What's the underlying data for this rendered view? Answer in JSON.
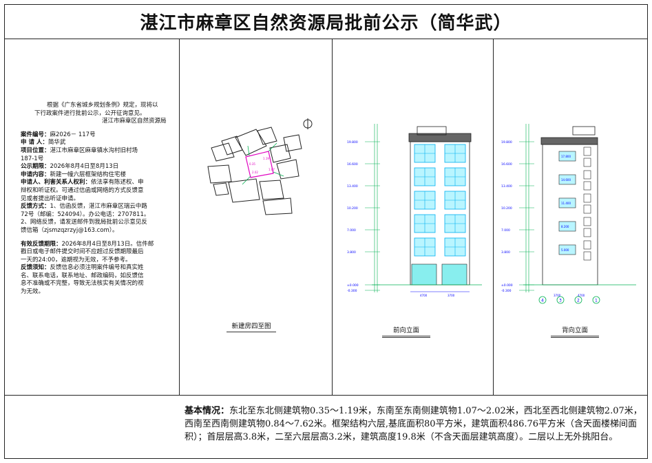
{
  "title": "湛江市麻章区自然资源局批前公示（简华武）",
  "notice": {
    "intro_line1": "根据《广东省城乡规划条例》规定，现将以",
    "intro_line2": "下行政案件进行批前公示，公开征询意见。",
    "agency": "湛江市麻章区自然资源局",
    "case_no_label": "案件编号：",
    "case_no": "麻2026－ 117号",
    "applicant_label": "申 请 人：",
    "applicant": "简华武",
    "location_label": "项目位置：",
    "location_line1": "湛江市麻章区麻章镇水沟村旧村场",
    "location_line2": "187-1号",
    "period_label": "公示期限：",
    "period": "2026年8月4日至8月13日",
    "content_label": "申请内容：",
    "content": "新建一幢六层框架结构住宅楼",
    "rights_label": "申请人、利害关系人权利：",
    "rights_line1": "依法享有陈述权、申",
    "rights_line2": "辩权和听证权。可通过信函或网络的方式反馈意",
    "rights_line3": "见或者提出听证申请。",
    "channel_label": "反馈方式：",
    "channel_line1": "1、信函反馈，湛江市麻章区瑞云中路",
    "channel_line2": "72号（邮编：524094）。办公电话：2707811。",
    "channel_line3": "2、网络反馈，请发送邮件到我局批前公示意见反",
    "channel_line4": "馈信箱（zjsmzqzrzyj@163.com）。",
    "valid_label": "有效反馈期限：",
    "valid_line1": "2026年8月4日至8月13日。信件邮",
    "valid_line2": "戳日或电子邮件提交时间不应超过反馈期限最后",
    "valid_line3": "一天的24:00，逾期视为无效，不予参考。",
    "must_label": "反馈须知：",
    "must_line1": "反馈信息必须注明案件编号和真实姓",
    "must_line2": "名、联系电话，联系地址、邮政编码，如反馈信",
    "must_line3": "息不准确或不完整，导致无法核实有关情况的视",
    "must_line4": "为无效。"
  },
  "drawings": {
    "site_plan_caption": "新建房四至图",
    "front_caption": "前向立面",
    "back_caption": "背向立面",
    "elev_labels": [
      "19.800",
      "16.600",
      "13.400",
      "10.200",
      "7.000",
      "3.800",
      "±0.000",
      "-0.300"
    ],
    "front_dims": [
      "4700",
      "3700"
    ],
    "back_dims": [
      "3700",
      "4700"
    ],
    "back_floor_labels": [
      "17.800",
      "14.600",
      "11.400",
      "8.200",
      "5.000"
    ],
    "axis_labels": [
      "4",
      "3",
      "2",
      "1"
    ]
  },
  "summary": {
    "label": "基本情况：",
    "text": "东北至东北侧建筑物0.35～1.19米，东南至东南侧建筑物1.07～2.02米，西北至西北侧建筑物2.07米，西南至西南侧建筑物0.84～7.62米。框架结构六层,基底面积80平方米，建筑面积486.76平方米（含天面楼梯间面积）；首层层高3.8米，二至六层层高3.2米，建筑高度19.8米（不含天面层建筑高度）。二层以上无外挑阳台。"
  },
  "colors": {
    "cad_green": "#00b050",
    "cad_cyan": "#00b0f0",
    "cad_magenta": "#e000c0",
    "cad_blue": "#0000ff"
  }
}
